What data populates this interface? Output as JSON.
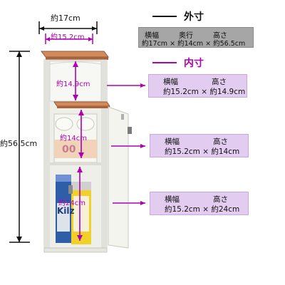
{
  "dimension_labels": {
    "width_outer": "約17cm",
    "width_inner": "約15.2cm",
    "height_total": "約56.5cm",
    "shelf_top": "約14.9cm",
    "shelf_mid": "約14cm",
    "shelf_bottom": "約24cm"
  },
  "legend": {
    "outer_label": "外寸",
    "inner_label": "内寸"
  },
  "outer_box": {
    "h_width": "横幅",
    "h_depth": "奥行",
    "h_height": "高さ",
    "values": "約17cm × 約14cm × 約56.5cm"
  },
  "inner_boxes": [
    {
      "h_width": "横幅",
      "h_height": "高さ",
      "values": "約15.2cm × 約14.9cm"
    },
    {
      "h_width": "横幅",
      "h_height": "高さ",
      "values": "約15.2cm × 約14cm"
    },
    {
      "h_width": "横幅",
      "h_height": "高さ",
      "values": "約15.2cm × 約24cm"
    }
  ],
  "product_text": {
    "tissue_big": "00",
    "can_text": "Kilz"
  },
  "colors": {
    "dimension_accent": "#b000b0",
    "outer_box_bg": "#a6a6a6",
    "inner_box_bg": "#e2ccef",
    "cabinet_body": "#efefea",
    "shelf_top_wood": "#c97a4a"
  }
}
